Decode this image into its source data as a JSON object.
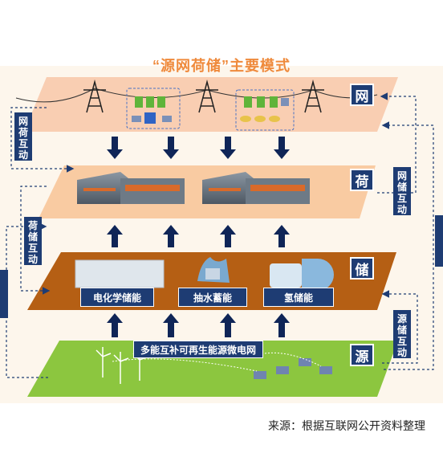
{
  "title": "“源网荷储”主要模式",
  "source_note": "来源：根据互联网公开资料整理",
  "layers": {
    "grid": "网",
    "load": "荷",
    "storage": "储",
    "source": "源"
  },
  "interactions": {
    "grid_load": "网荷互动",
    "load_storage": "荷储互动",
    "grid_storage": "网储互动",
    "source_storage": "源储互动"
  },
  "storage_types": {
    "electrochemical": "电化学储能",
    "pumped_hydro": "抽水蓄能",
    "hydrogen": "氢储能"
  },
  "microgrid_label": "多能互补可再生能源微电网",
  "colors": {
    "navy": "#1e3c73",
    "grid_layer": "#f8c7a8",
    "load_layer": "#f9cba2",
    "storage_layer": "#b55f14",
    "source_layer": "#8cc63f",
    "title": "#ef8a3c"
  }
}
